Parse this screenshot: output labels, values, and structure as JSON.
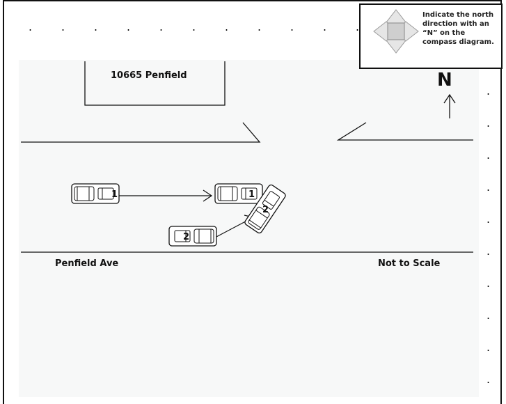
{
  "diagram": {
    "location_label": "10665 Penfield",
    "street_label": "Penfield Ave",
    "scale_note": "Not to Scale",
    "north_marker": "N",
    "compass_instruction": "Indicate the north direction with an “N” on the compass diagram.",
    "vehicles": [
      {
        "id": "1",
        "position": "start"
      },
      {
        "id": "1",
        "position": "final"
      },
      {
        "id": "2",
        "position": "start"
      },
      {
        "id": "2",
        "position": "final"
      }
    ]
  }
}
